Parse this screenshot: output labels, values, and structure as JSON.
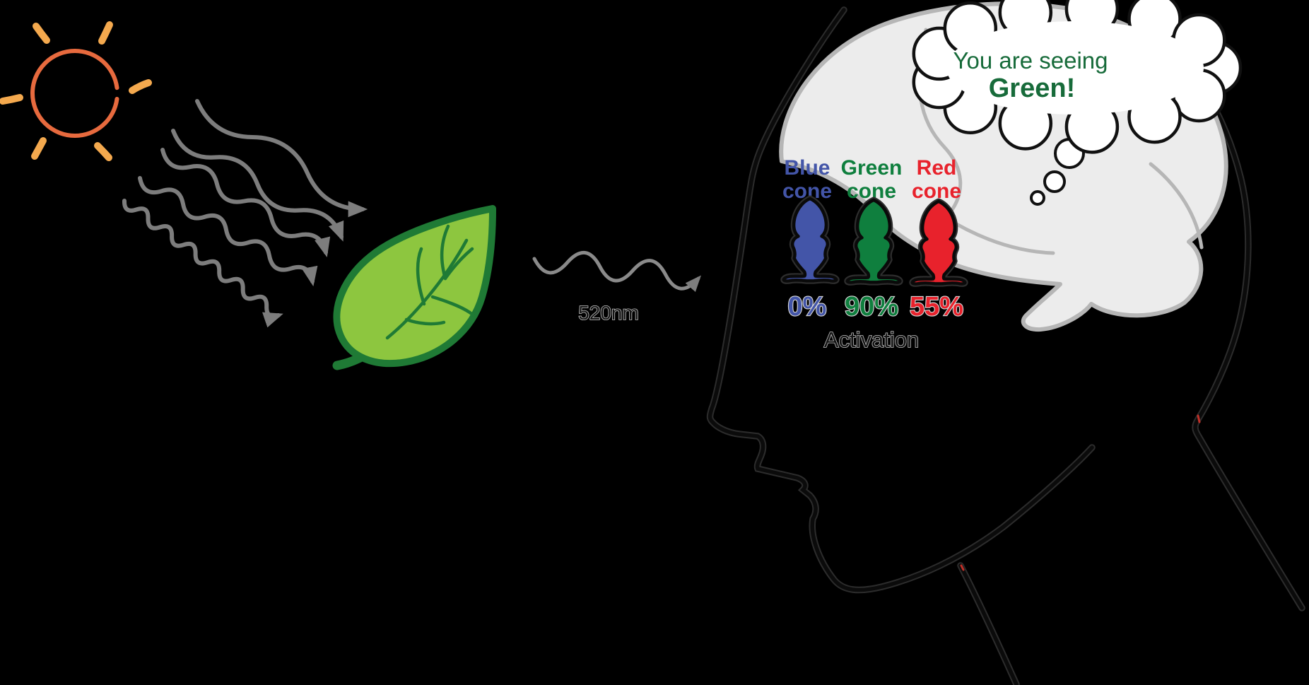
{
  "scene": {
    "description": "Color perception diagram: sunlight reflects off a green leaf as 520nm light into a human head, activating cone cells so the brain sees green",
    "background_color": "#000000"
  },
  "icons": {
    "sun": "sun-icon",
    "leaf": "leaf-icon",
    "light_wave": "wave-arrow-icon",
    "head": "head-profile-icon",
    "brain": "brain-icon",
    "thought_bubble": "thought-bubble-icon",
    "cone_cell": "cone-cell-icon"
  },
  "colors": {
    "sun_stroke": "#e76a3e",
    "sun_rays": "#f4a94e",
    "light_arrows": "#7d7d7d",
    "leaf_fill": "#8dc63f",
    "leaf_outline": "#1f7a35",
    "wave": "#8a8a8a",
    "brain_fill": "#ececec",
    "brain_outline": "#b6b6b6",
    "bubble_fill": "#ffffff",
    "bubble_outline": "#111111",
    "bubble_text": "#176b3a",
    "activation_text": "#151515"
  },
  "reflected_wave": {
    "label": "520nm"
  },
  "thought_bubble": {
    "line1": "You are seeing",
    "line2": "Green!"
  },
  "cones": [
    {
      "label_line1": "Blue",
      "label_line2": "cone",
      "activation": "0%",
      "color": "#4355a8"
    },
    {
      "label_line1": "Green",
      "label_line2": "cone",
      "activation": "90%",
      "color": "#0f7f3e"
    },
    {
      "label_line1": "Red",
      "label_line2": "cone",
      "activation": "55%",
      "color": "#e8222c"
    }
  ],
  "activation_label": "Activation"
}
